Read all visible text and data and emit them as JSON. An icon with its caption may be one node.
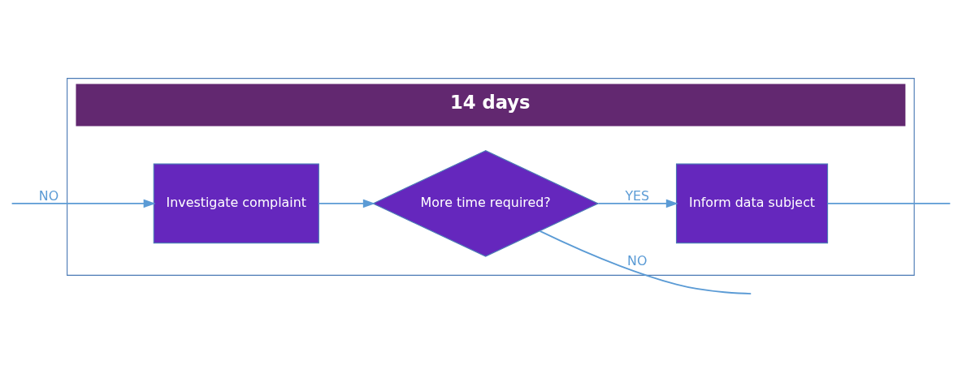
{
  "diagram": {
    "nodes": [
      {
        "text": [
          "14 days"
        ]
      },
      {
        "text": [
          "Investigate complaint"
        ],
        "in": 0
      },
      {
        "text": [
          "More time required?"
        ],
        "in": 0
      },
      {
        "text": [
          "Inform data subject"
        ],
        "in": 0
      }
    ],
    "edges": [
      {
        "from": null,
        "to": 1,
        "label": "NO",
        "arrow": "to"
      },
      {
        "from": 1,
        "to": 2,
        "arrow": "to"
      },
      {
        "from": 2,
        "to": null,
        "label": "NO",
        "arrow": "none"
      },
      {
        "from": 2,
        "to": 3,
        "label": "YES",
        "arrow": "to"
      },
      {
        "from": 3,
        "to": null,
        "arrow": "none"
      }
    ]
  }
}
